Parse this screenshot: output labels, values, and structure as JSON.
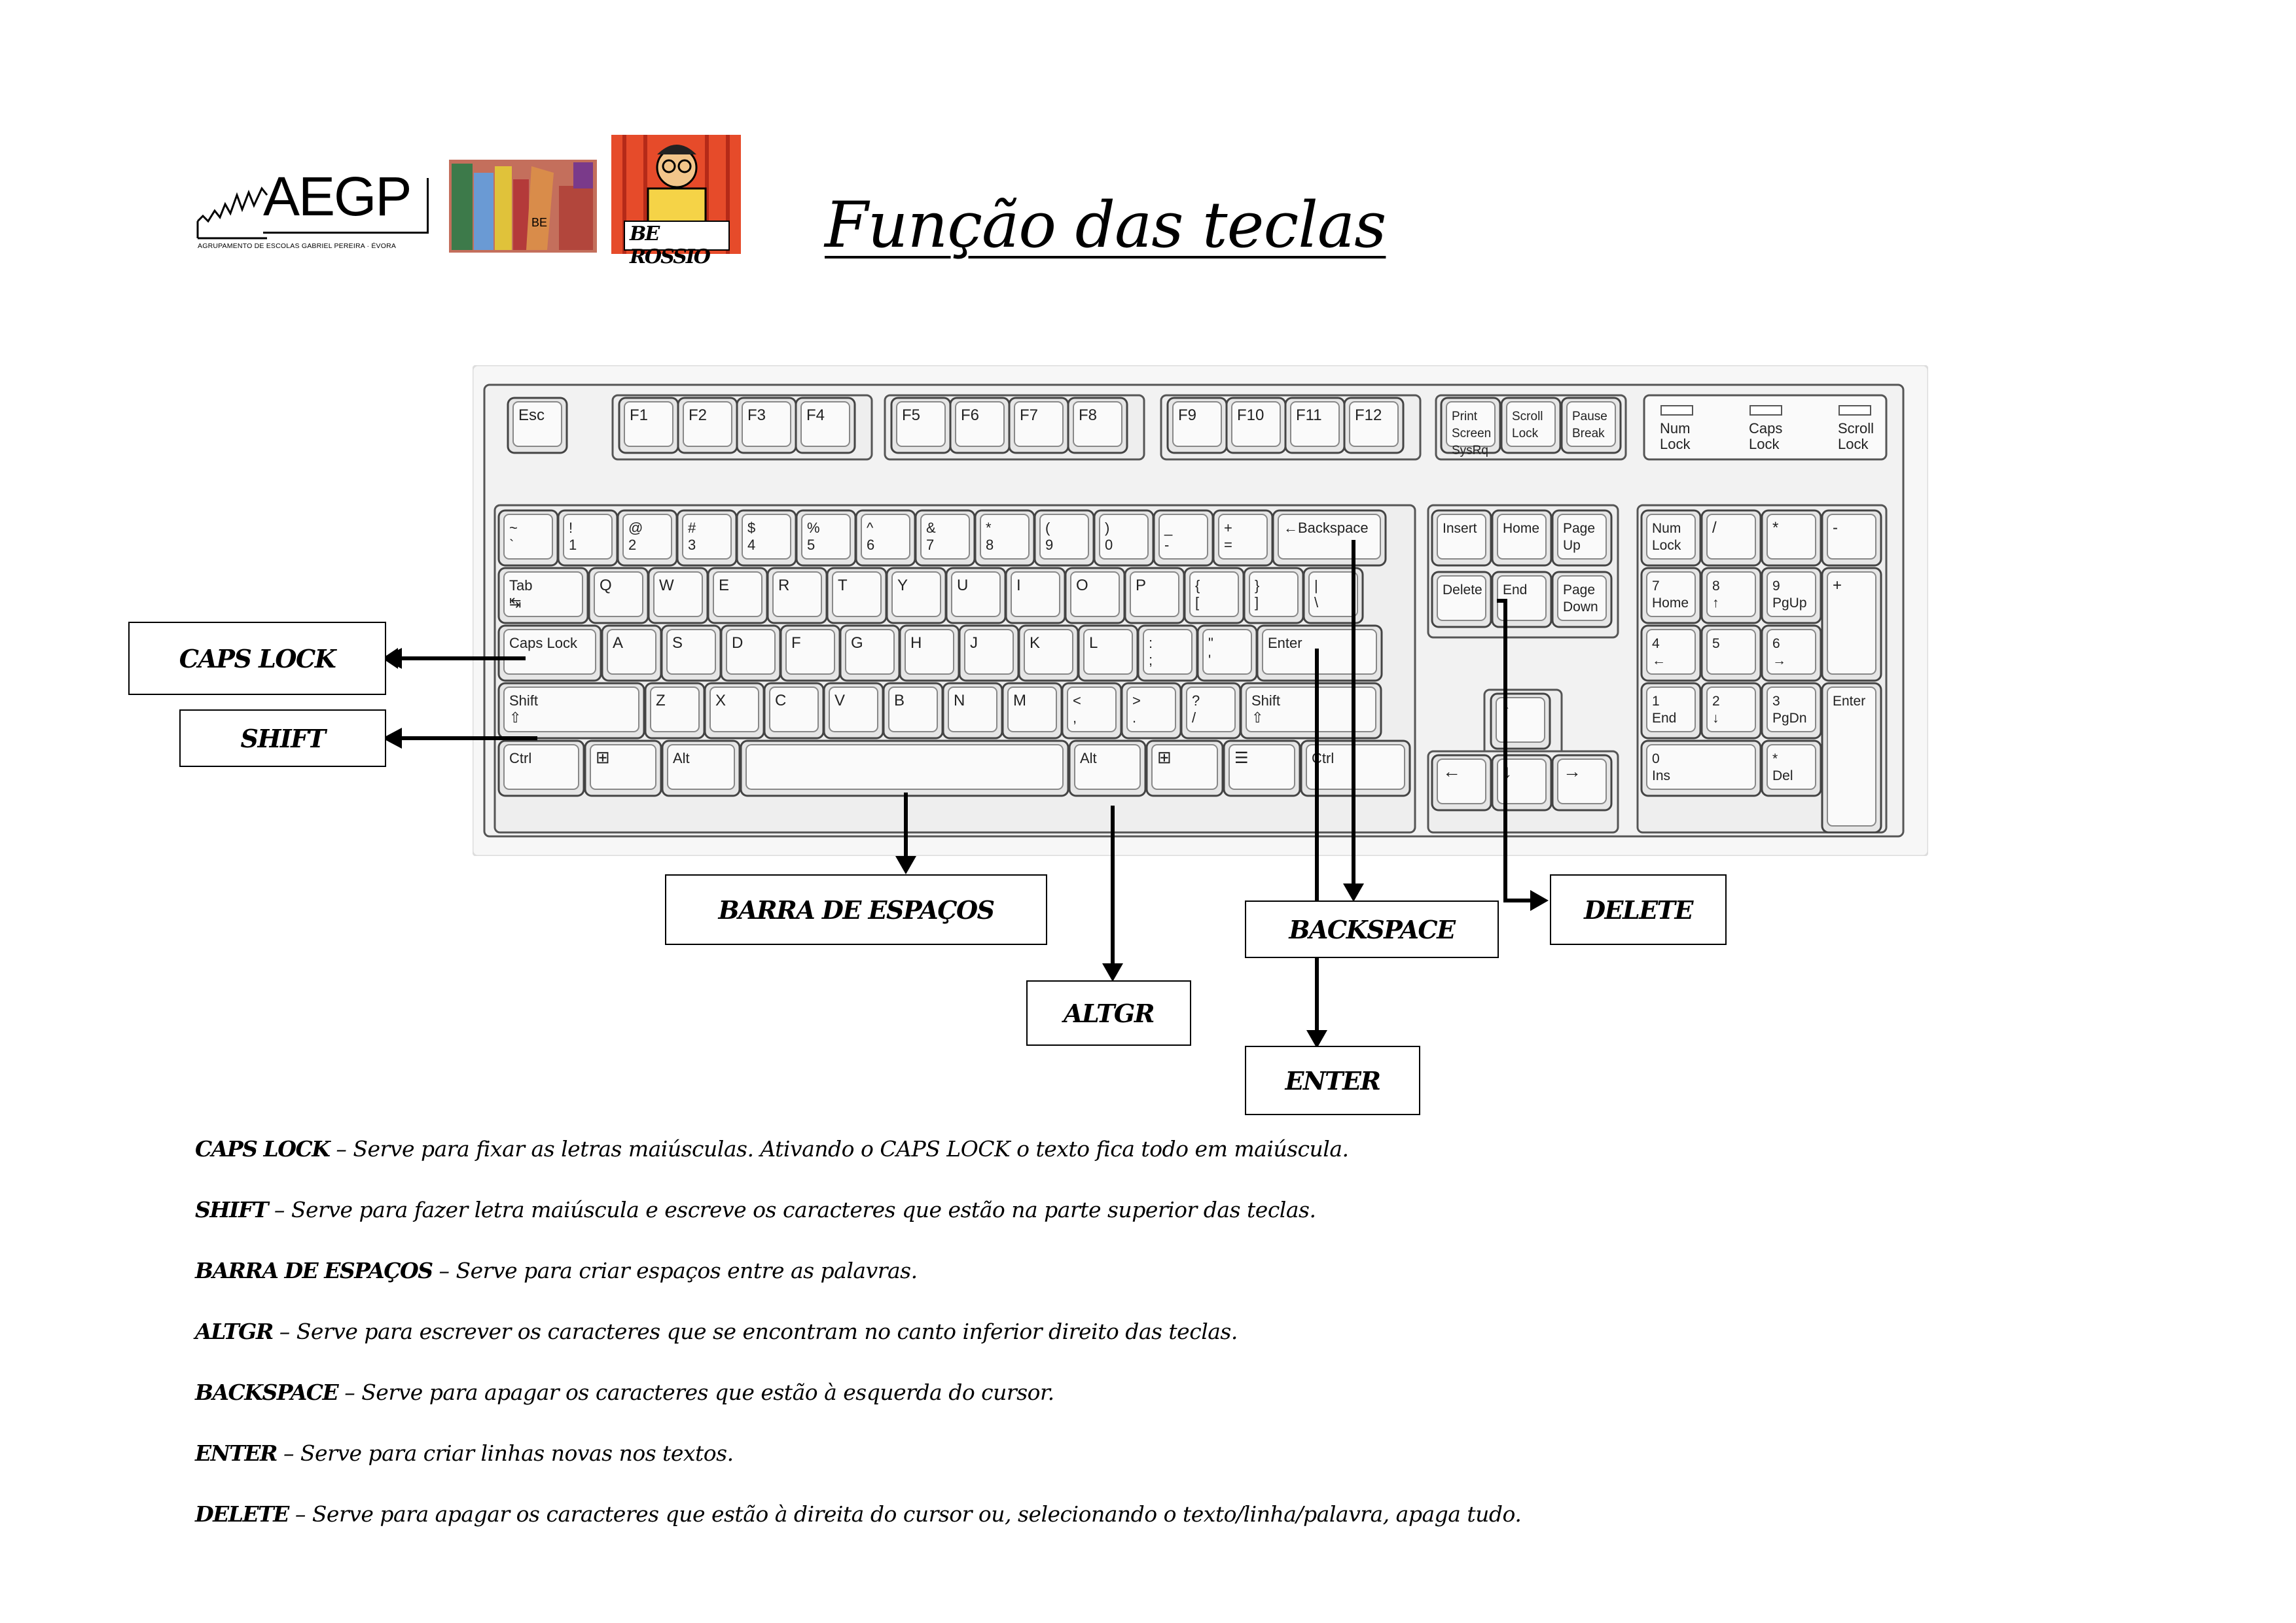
{
  "header": {
    "logo_aegp_text": "AEGP",
    "logo_aegp_subtitle": "AGRUPAMENTO DE ESCOLAS GABRIEL PEREIRA · ÉVORA",
    "logo_be_text": "BE",
    "logo_beross_text": "BE ROSSIO",
    "title": "Função das teclas"
  },
  "keyboard": {
    "function_row": [
      "Esc",
      "F1",
      "F2",
      "F3",
      "F4",
      "F5",
      "F6",
      "F7",
      "F8",
      "F9",
      "F10",
      "F11",
      "F12"
    ],
    "system_keys": [
      [
        "Print",
        "Screen",
        "SysRq"
      ],
      [
        "Scroll",
        "Lock"
      ],
      [
        "Pause",
        "Break"
      ]
    ],
    "indicators": [
      [
        "Num",
        "Lock"
      ],
      [
        "Caps",
        "Lock"
      ],
      [
        "Scroll",
        "Lock"
      ]
    ],
    "number_row": [
      [
        "~",
        "`"
      ],
      [
        "!",
        "1"
      ],
      [
        "@",
        "2"
      ],
      [
        "#",
        "3"
      ],
      [
        "$",
        "4"
      ],
      [
        "%",
        "5"
      ],
      [
        "^",
        "6"
      ],
      [
        "&",
        "7"
      ],
      [
        "*",
        "8"
      ],
      [
        "(",
        "9"
      ],
      [
        ")",
        "0"
      ],
      [
        "_",
        "-"
      ],
      [
        "+",
        "="
      ]
    ],
    "backspace": "←Backspace",
    "tab": "Tab",
    "top_row": [
      "Q",
      "W",
      "E",
      "R",
      "T",
      "Y",
      "U",
      "I",
      "O",
      "P"
    ],
    "top_row_symbols": [
      [
        "{",
        "["
      ],
      [
        "}",
        "]"
      ],
      [
        "|",
        "\\"
      ]
    ],
    "caps_lock": "Caps Lock",
    "home_row": [
      "A",
      "S",
      "D",
      "F",
      "G",
      "H",
      "J",
      "K",
      "L"
    ],
    "home_row_symbols": [
      [
        ":",
        ";"
      ],
      [
        "\"",
        "'"
      ]
    ],
    "enter": "Enter",
    "shift": "Shift",
    "bottom_row": [
      "Z",
      "X",
      "C",
      "V",
      "B",
      "N",
      "M"
    ],
    "bottom_row_symbols": [
      [
        "<",
        ","
      ],
      [
        ">",
        "."
      ],
      [
        "?",
        "/"
      ]
    ],
    "ctrl": "Ctrl",
    "alt": "Alt",
    "nav_keys": [
      [
        "Insert"
      ],
      [
        "Home"
      ],
      [
        "Page",
        "Up"
      ],
      [
        "Delete"
      ],
      [
        "End"
      ],
      [
        "Page",
        "Down"
      ]
    ],
    "arrow_keys": [
      "↑",
      "←",
      "↓",
      "→"
    ],
    "numpad": {
      "num_lock": [
        "Num",
        "Lock"
      ],
      "divide": "/",
      "multiply": "*",
      "minus": "-",
      "plus": "+",
      "enter": "Enter",
      "keys": [
        [
          "7",
          "Home"
        ],
        [
          "8",
          "↑"
        ],
        [
          "9",
          "PgUp"
        ],
        [
          "4",
          "←"
        ],
        [
          "5",
          ""
        ],
        [
          "6",
          "→"
        ],
        [
          "1",
          "End"
        ],
        [
          "2",
          "↓"
        ],
        [
          "3",
          "PgDn"
        ]
      ],
      "zero": [
        "0",
        "Ins"
      ],
      "dot": [
        "*",
        "Del"
      ]
    }
  },
  "callouts": {
    "caps_lock": "CAPS LOCK",
    "shift": "SHIFT",
    "space": "BARRA DE ESPAÇOS",
    "altgr": "ALTGR",
    "backspace": "BACKSPACE",
    "delete": "DELETE",
    "enter": "ENTER"
  },
  "descriptions": [
    {
      "term": "CAPS LOCK",
      "text": " – Serve para fixar as letras maiúsculas. Ativando o CAPS LOCK o texto fica todo em maiúscula."
    },
    {
      "term": "SHIFT",
      "text": " – Serve para fazer letra maiúscula e escreve os caracteres que estão na parte superior das teclas."
    },
    {
      "term": "BARRA DE ESPAÇOS",
      "text": " – Serve para criar espaços entre as palavras."
    },
    {
      "term": "ALTGR",
      "text": " – Serve para escrever os caracteres que se encontram no canto inferior direito das teclas."
    },
    {
      "term": "BACKSPACE",
      "text": " – Serve para apagar os caracteres que estão à esquerda do cursor."
    },
    {
      "term": "ENTER",
      "text": " – Serve para criar linhas novas nos textos."
    },
    {
      "term": "DELETE",
      "text": " – Serve para apagar os caracteres que estão à direita do cursor ou, selecionando o texto/linha/palavra,  apaga tudo."
    }
  ]
}
